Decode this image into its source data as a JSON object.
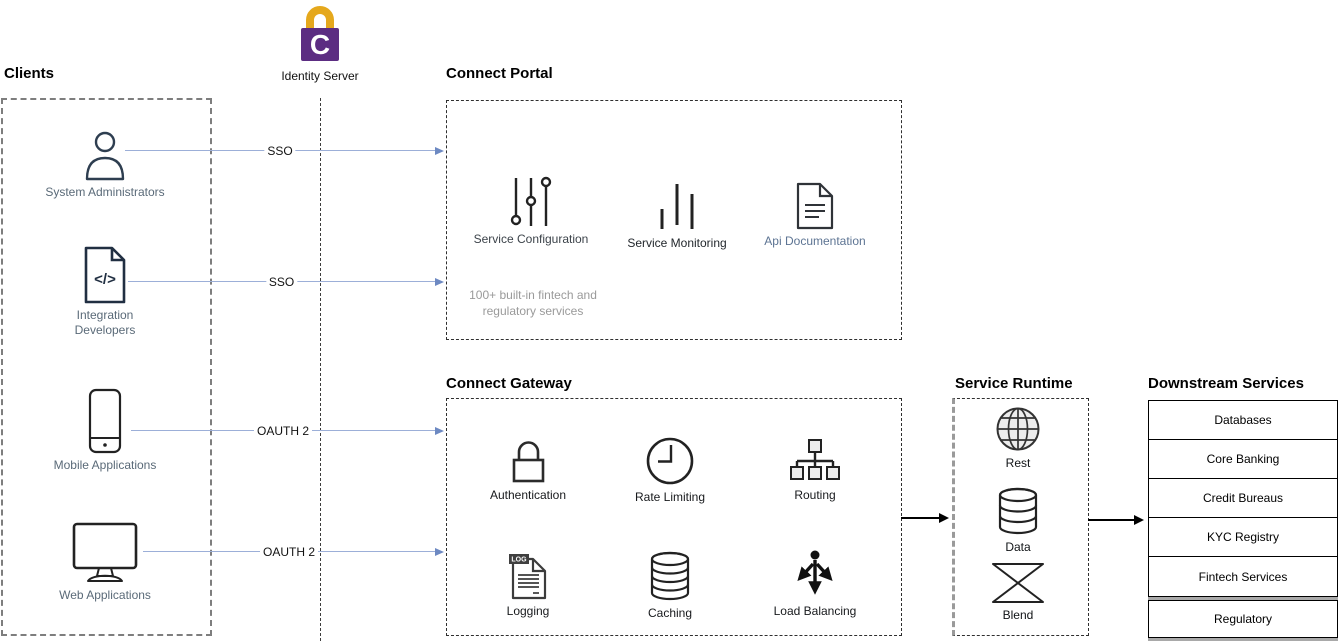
{
  "palette": {
    "arrow_blue_line": "#9cafd8",
    "arrow_blue_head": "#6d89c2",
    "arrow_black": "#000000",
    "lock_gold": "#E5A81C",
    "lock_purple": "#5C2D82",
    "note_gray": "#9a9a9a",
    "icon_stroke": "#222222",
    "client_icon_stroke": "#2e3e50"
  },
  "clients": {
    "title": "Clients",
    "items": [
      {
        "label": "System Administrators"
      },
      {
        "label": "Integration Developers"
      },
      {
        "label": "Mobile Applications"
      },
      {
        "label": "Web Applications"
      }
    ]
  },
  "identity": {
    "label": "Identity Server",
    "monogram": "C"
  },
  "portal": {
    "title": "Connect Portal",
    "items": [
      {
        "label": "Service Configuration"
      },
      {
        "label": "Service Monitoring"
      },
      {
        "label": "Api Documentation"
      }
    ],
    "note": "100+ built-in fintech and regulatory services"
  },
  "gateway": {
    "title": "Connect Gateway",
    "log_badge": "LOG",
    "items": [
      {
        "label": "Authentication"
      },
      {
        "label": "Rate Limiting"
      },
      {
        "label": "Routing"
      },
      {
        "label": "Logging"
      },
      {
        "label": "Caching"
      },
      {
        "label": "Load Balancing"
      }
    ]
  },
  "runtime": {
    "title": "Service Runtime",
    "items": [
      {
        "label": "Rest"
      },
      {
        "label": "Data"
      },
      {
        "label": "Blend"
      }
    ]
  },
  "downstream": {
    "title": "Downstream Services",
    "rows": [
      "Databases",
      "Core Banking",
      "Credit Bureaus",
      "KYC Registry",
      "Fintech Services",
      "Regulatory"
    ]
  },
  "arrows": {
    "sso1": "SSO",
    "sso2": "SSO",
    "oauth1": "OAUTH 2",
    "oauth2": "OAUTH 2"
  },
  "code_glyph": "</>"
}
